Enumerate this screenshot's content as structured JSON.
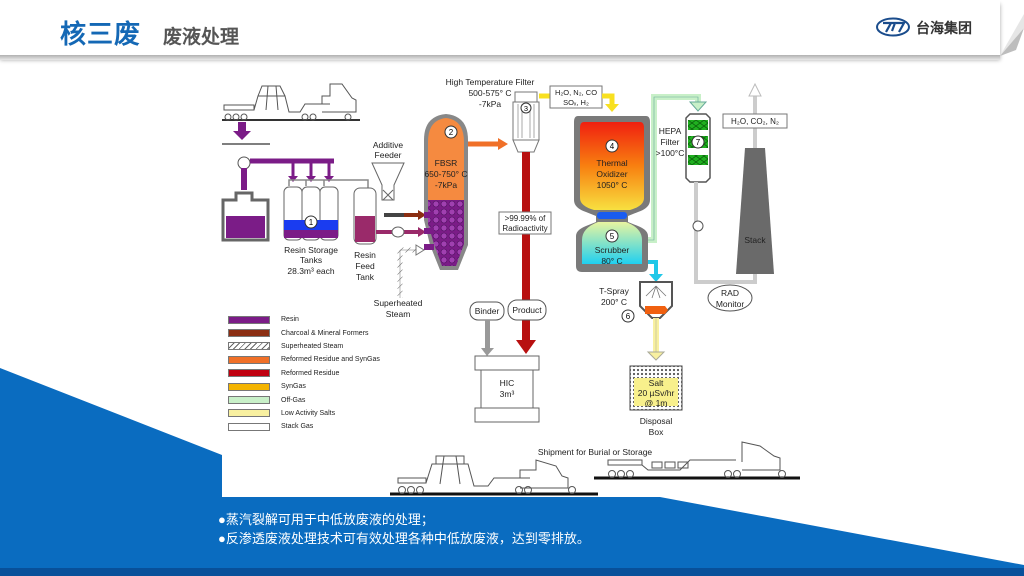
{
  "header": {
    "title": "核三废",
    "subtitle": "废液处理",
    "company": "台海集团",
    "logo_icon": "company-logo-icon"
  },
  "diagram": {
    "high_temp_filter": {
      "label": "High Temperature Filter",
      "temp": "500-575° C",
      "pressure": "-7kPa",
      "number": "3"
    },
    "gas_box_1": {
      "line1": "H₂O, N₂, CO",
      "line2": "SOₓ, H₂"
    },
    "fbsr": {
      "number": "2",
      "name": "FBSR",
      "temp": "650-750° C",
      "pressure": "-7kPa"
    },
    "additive_feeder": {
      "line1": "Additive",
      "line2": "Feeder"
    },
    "resin_storage": {
      "number": "1",
      "line1": "Resin Storage",
      "line2": "Tanks",
      "line3": "28.3m³ each"
    },
    "resin_feed": {
      "line1": "Resin",
      "line2": "Feed",
      "line3": "Tank"
    },
    "superheated_steam": {
      "line1": "Superheated",
      "line2": "Steam"
    },
    "radioactivity": {
      "line1": ">99.99% of",
      "line2": "Radioactivity"
    },
    "thermal_oxidizer": {
      "number": "4",
      "line1": "Thermal",
      "line2": "Oxidizer",
      "temp": "1050° C"
    },
    "scrubber": {
      "number": "5",
      "name": "Scrubber",
      "temp": "80° C"
    },
    "hepa": {
      "number": "7",
      "line1": "HEPA",
      "line2": "Filter",
      "temp": ">100°C"
    },
    "gas_box_2": "H₂O, CO₂, N₂",
    "stack": "Stack",
    "rad_monitor": {
      "line1": "RAD",
      "line2": "Monitor"
    },
    "t_spray": {
      "number": "6",
      "name": "T-Spray",
      "temp": "200° C"
    },
    "salt": {
      "line1": "Salt",
      "line2": "20 µSv/hr",
      "line3": "@ 1m"
    },
    "disposal_box": {
      "line1": "Disposal",
      "line2": "Box"
    },
    "binder": "Binder",
    "product": "Product",
    "hic": {
      "line1": "HIC",
      "line2": "3m³"
    },
    "shipment": "Shipment for Burial or Storage"
  },
  "legend": [
    {
      "label": "Resin",
      "color": "#7b1c87"
    },
    {
      "label": "Charcoal & Mineral Formers",
      "color": "#8b2e12"
    },
    {
      "label": "Superheated Steam",
      "color": "hatch"
    },
    {
      "label": "Reformed Residue and SynGas",
      "color": "#f07028"
    },
    {
      "label": "Reformed Residue",
      "color": "#c00010"
    },
    {
      "label": "SynGas",
      "color": "#f4b400"
    },
    {
      "label": "Off-Gas",
      "color": "#c8f0c8"
    },
    {
      "label": "Low Activity Salts",
      "color": "#f8f0a0"
    },
    {
      "label": "Stack Gas",
      "color": "#ffffff"
    }
  ],
  "bullets": [
    "●蒸汽裂解可用于中低放废液的处理；",
    "●反渗透废液处理技术可有效处理各种中低放废液，达到零排放。"
  ],
  "colors": {
    "brand_blue": "#1468b5",
    "background_blue": "#0a6cc0"
  }
}
